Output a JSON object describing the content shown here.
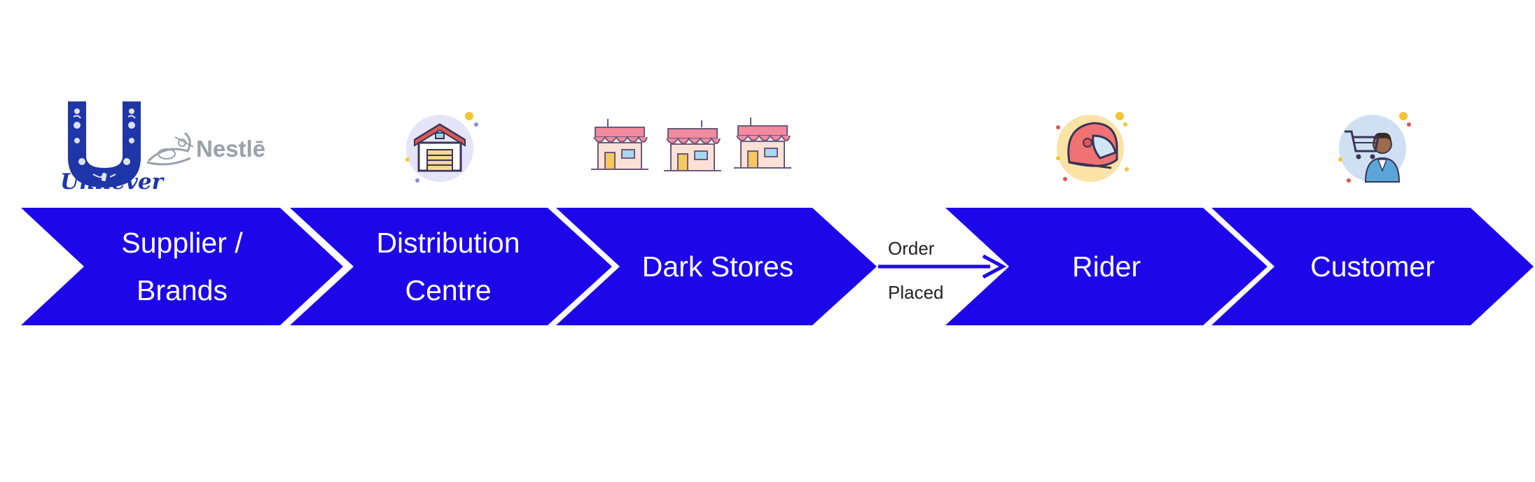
{
  "colors": {
    "chevron_fill": "#1d06e8",
    "arrow": "#1d06e8",
    "label_text": "#ffffff",
    "connector_text": "#222222",
    "unilever_blue": "#1f36a8",
    "nestle_gray": "#9aa1a8"
  },
  "logos": {
    "unilever": "Unilever",
    "nestle": "Nestlē"
  },
  "steps": [
    {
      "id": "supplier",
      "label": "Supplier /\nBrands",
      "icon": "brand-logos-icon"
    },
    {
      "id": "distribution",
      "label": "Distribution\nCentre",
      "icon": "warehouse-icon"
    },
    {
      "id": "dark-stores",
      "label": "Dark Stores",
      "icon": "storefront-icon"
    },
    {
      "id": "rider",
      "label": "Rider",
      "icon": "helmet-icon"
    },
    {
      "id": "customer",
      "label": "Customer",
      "icon": "shopper-with-cart-icon"
    }
  ],
  "connector": {
    "line1": "Order",
    "line2": "Placed"
  }
}
